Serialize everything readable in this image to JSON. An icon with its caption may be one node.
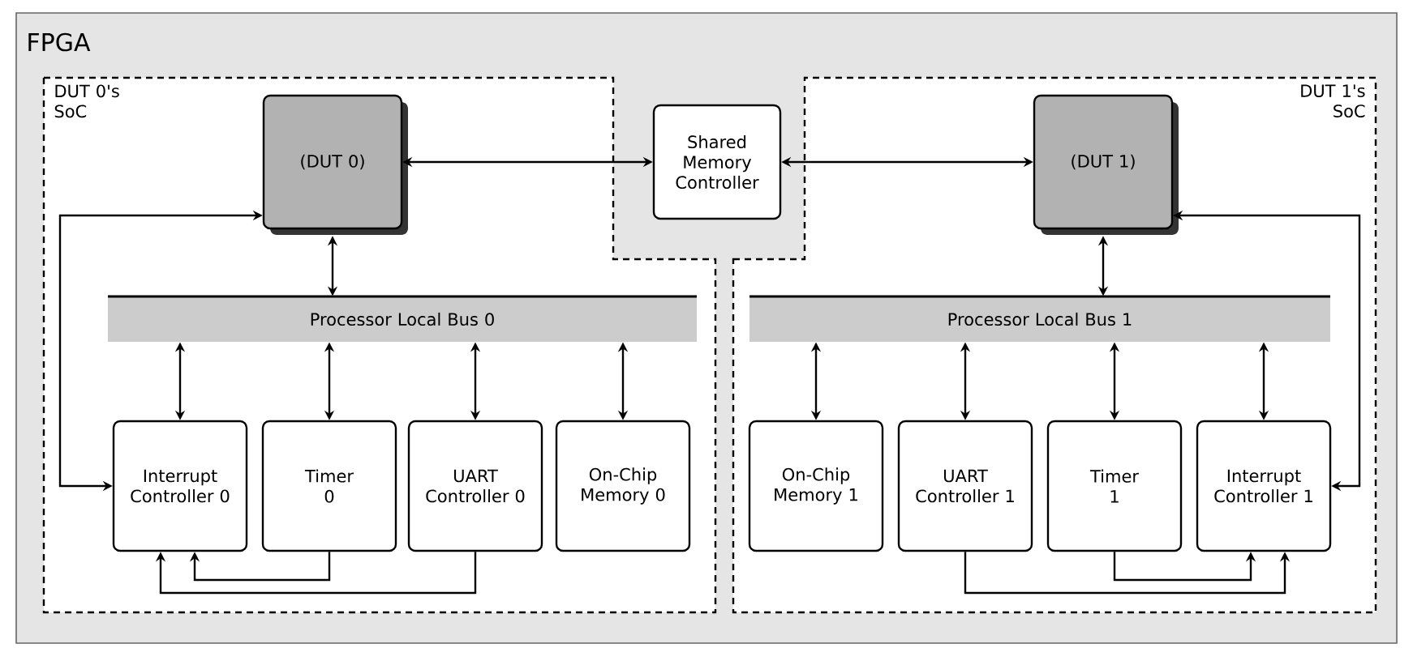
{
  "diagram": {
    "nodes": [
      {
        "text": [
          "FPGA"
        ]
      },
      {
        "text": [
          "DUT 0's SoC"
        ],
        "in": 0
      },
      {
        "text": [
          "DUT 1's SoC"
        ],
        "in": 0
      },
      {
        "text": [
          "Shared Memory Controller"
        ],
        "in": 0
      },
      {
        "text": [
          "(DUT 0)"
        ],
        "in": 1
      },
      {
        "text": [
          "Processor Local Bus 0"
        ],
        "in": 1
      },
      {
        "text": [
          "Interrupt Controller 0"
        ],
        "in": 1
      },
      {
        "text": [
          "Timer 0"
        ],
        "in": 1
      },
      {
        "text": [
          "UART Controller 0"
        ],
        "in": 1
      },
      {
        "text": [
          "On-Chip Memory 0"
        ],
        "in": 1
      },
      {
        "text": [
          "(DUT 1)"
        ],
        "in": 2
      },
      {
        "text": [
          "Processor Local Bus 1"
        ],
        "in": 2
      },
      {
        "text": [
          "On-Chip Memory 1"
        ],
        "in": 2
      },
      {
        "text": [
          "UART Controller 1"
        ],
        "in": 2
      },
      {
        "text": [
          "Timer 1"
        ],
        "in": 2
      },
      {
        "text": [
          "Interrupt Controller 1"
        ],
        "in": 2
      }
    ],
    "edges": [
      {
        "from": 4,
        "to": 3,
        "arrow": "both"
      },
      {
        "from": 10,
        "to": 3,
        "arrow": "both"
      },
      {
        "from": 4,
        "to": 5,
        "arrow": "both"
      },
      {
        "from": 5,
        "to": 6,
        "arrow": "both"
      },
      {
        "from": 5,
        "to": 7,
        "arrow": "both"
      },
      {
        "from": 5,
        "to": 8,
        "arrow": "both"
      },
      {
        "from": 5,
        "to": 9,
        "arrow": "both"
      },
      {
        "from": 4,
        "to": 6,
        "arrow": "both"
      },
      {
        "from": 7,
        "to": 6,
        "arrow": "to"
      },
      {
        "from": 8,
        "to": 6,
        "arrow": "to"
      },
      {
        "from": 10,
        "to": 11,
        "arrow": "both"
      },
      {
        "from": 11,
        "to": 12,
        "arrow": "both"
      },
      {
        "from": 11,
        "to": 13,
        "arrow": "both"
      },
      {
        "from": 11,
        "to": 14,
        "arrow": "both"
      },
      {
        "from": 11,
        "to": 15,
        "arrow": "both"
      },
      {
        "from": 10,
        "to": 15,
        "arrow": "both"
      },
      {
        "from": 14,
        "to": 15,
        "arrow": "to"
      },
      {
        "from": 13,
        "to": 15,
        "arrow": "to"
      }
    ]
  }
}
